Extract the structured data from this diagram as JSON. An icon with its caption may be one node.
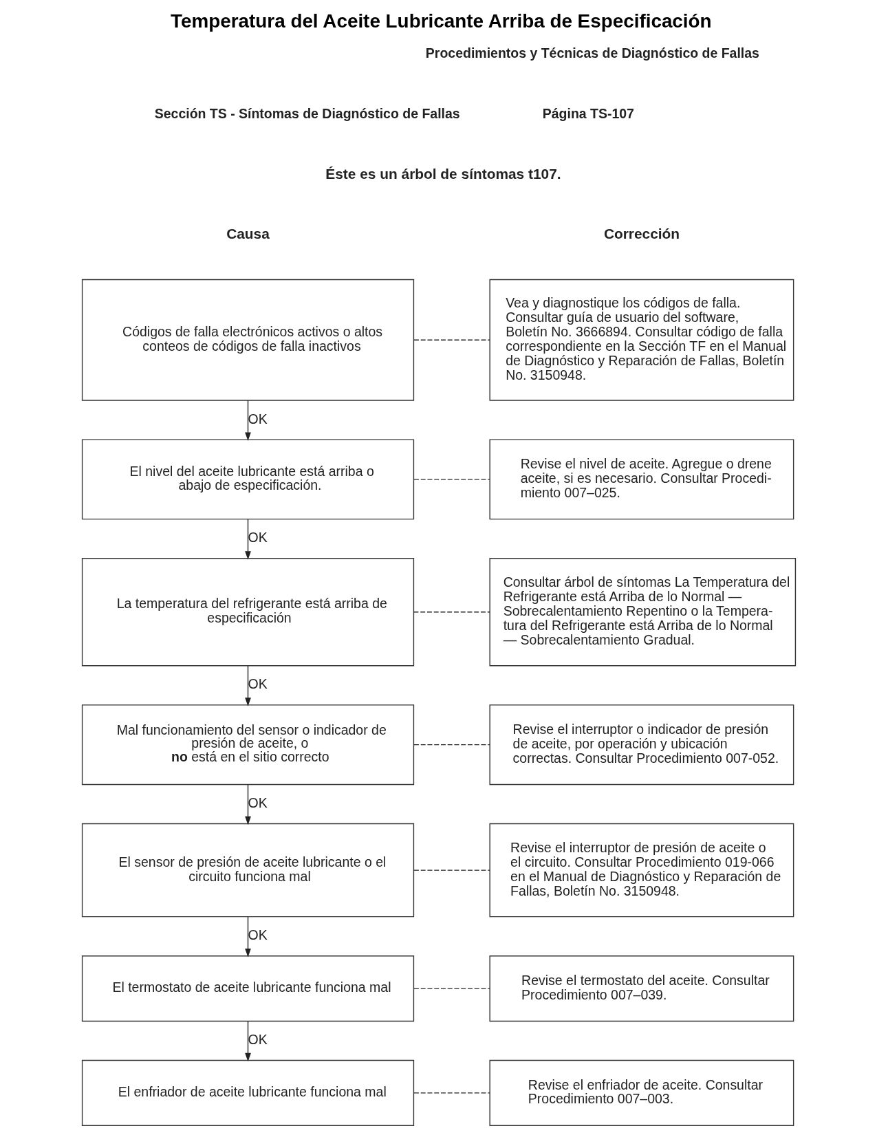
{
  "diagram": {
    "title": "Temperatura del Aceite Lubricante Arriba de Especificación",
    "nodes": [
      {
        "text": [
          "Códigos de falla electrónicos activos o altos conteos de códigos de falla inactivos"
        ]
      },
      {
        "text": [
          "Vea y diagnostique los códigos de falla. Consultar guía de usuario del software, Boletín No. 3666894. Consultar código de falla correspondiente en la Sección TF en el Manual de Diagnóstico y Reparación de Fallas, Boletín No. 3150948."
        ]
      },
      {
        "text": [
          "El nivel del aceite lubricante está arriba o abajo de especificación."
        ]
      },
      {
        "text": [
          "Revise el nivel de aceite. Agregue o drene aceite, si es necesario. Consultar Procedi- miento 007–025."
        ]
      },
      {
        "text": [
          "La temperatura del refrigerante está arriba de especificación"
        ]
      },
      {
        "text": [
          "Consultar árbol de síntomas La Temperatura del Refrigerante está Arriba de lo Normal — Sobrecalentamiento Repentino o la Tempera- tura del Refrigerante está Arriba de lo Normal — Sobrecalentamiento Gradual."
        ]
      },
      {
        "text": [
          "Mal funcionamiento del sensor o indicador de presión de aceite, o **no** está en el sitio correcto"
        ]
      },
      {
        "text": [
          "Revise el interruptor o indicador de presión de aceite, por operación y ubicación correctas. Consultar Procedimiento 007-052."
        ]
      },
      {
        "text": [
          "El sensor de presión de aceite lubricante o el circuito funciona mal"
        ]
      },
      {
        "text": [
          "Revise el interruptor de presión de aceite o el circuito. Consultar Procedimiento 019-066 en el Manual de Diagnóstico y Reparación de Fallas, Boletín No. 3150948."
        ]
      },
      {
        "text": [
          "El termostato de aceite lubricante funciona mal"
        ]
      },
      {
        "text": [
          "Revise el termostato del aceite. Consultar Procedimiento 007–039."
        ]
      },
      {
        "text": [
          "El enfriador de aceite lubricante funciona mal"
        ]
      },
      {
        "text": [
          "Revise el enfriador de aceite. Consultar Procedimiento 007–003."
        ]
      }
    ],
    "edges": [
      {
        "from": 0,
        "to": 1,
        "arrow": "none",
        "style": "dashed"
      },
      {
        "from": 0,
        "to": 2,
        "arrow": "to",
        "label": "OK"
      },
      {
        "from": 2,
        "to": 3,
        "arrow": "none",
        "style": "dashed"
      },
      {
        "from": 2,
        "to": 4,
        "arrow": "to",
        "label": "OK"
      },
      {
        "from": 4,
        "to": 5,
        "arrow": "none",
        "style": "dashed"
      },
      {
        "from": 4,
        "to": 6,
        "arrow": "to",
        "label": "OK"
      },
      {
        "from": 6,
        "to": 7,
        "arrow": "none",
        "style": "dashed"
      },
      {
        "from": 6,
        "to": 8,
        "arrow": "to",
        "label": "OK"
      },
      {
        "from": 8,
        "to": 9,
        "arrow": "none",
        "style": "dashed"
      },
      {
        "from": 8,
        "to": 10,
        "arrow": "to",
        "label": "OK"
      },
      {
        "from": 10,
        "to": 11,
        "arrow": "none",
        "style": "dashed"
      },
      {
        "from": 10,
        "to": 12,
        "arrow": "to",
        "label": "OK"
      },
      {
        "from": 12,
        "to": 13,
        "arrow": "none",
        "style": "dashed"
      }
    ],
    "labels": [
      "Procedimientos y Técnicas de Diagnóstico de Fallas",
      "Sección TS - Síntomas de Diagnóstico de Fallas",
      "Página TS-107",
      "Éste es un árbol de síntomas t107.",
      "Causa",
      "Corrección"
    ]
  }
}
